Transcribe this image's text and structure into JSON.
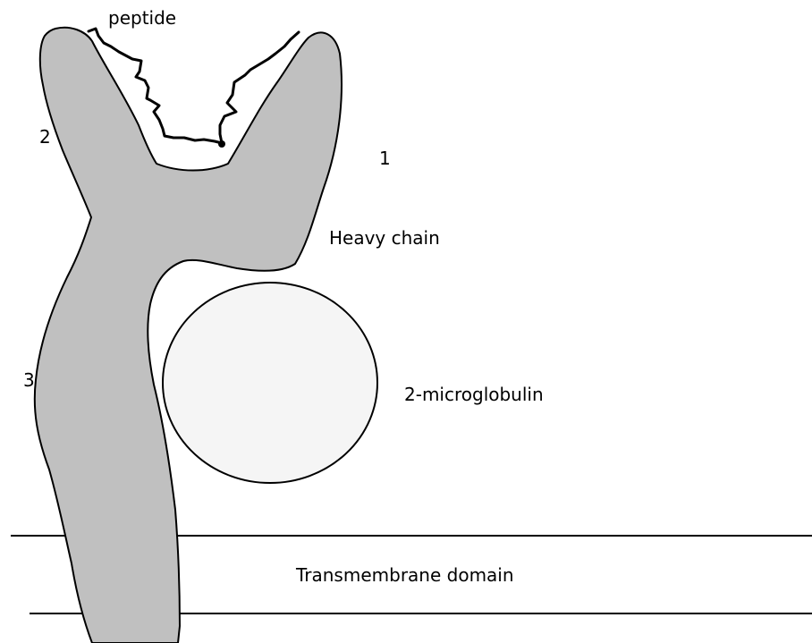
{
  "labels": {
    "peptide": "peptide",
    "domain_1": "1",
    "domain_2": "2",
    "domain_3": "3",
    "heavy_chain": "Heavy chain",
    "microglobulin": "2-microglobulin",
    "transmembrane": "Transmembrane domain"
  },
  "colors": {
    "heavy_chain_fill": "#c0c0c0",
    "microglobulin_fill": "#f5f5f5",
    "outline": "#000000",
    "background": "#ffffff"
  }
}
